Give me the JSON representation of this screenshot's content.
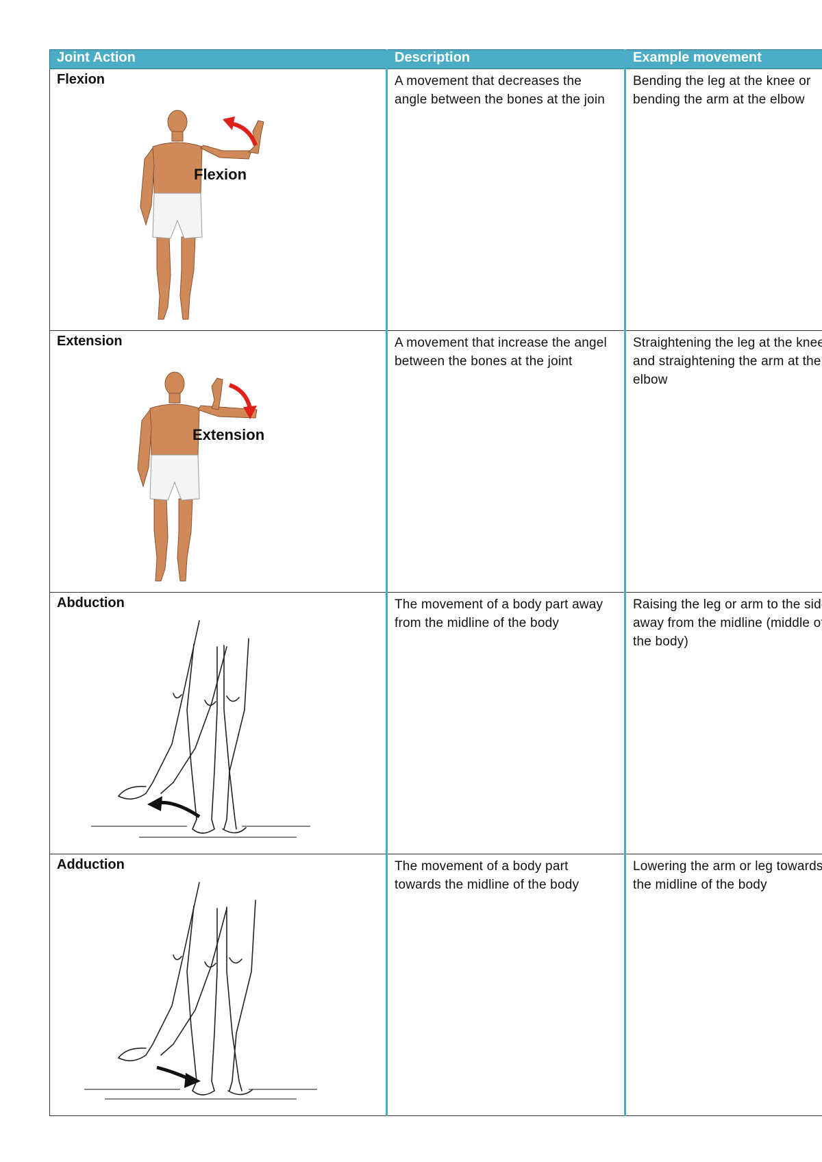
{
  "table": {
    "headers": {
      "joint_action": "Joint Action",
      "description": "Description",
      "example": "Example movement"
    },
    "rows": [
      {
        "action": "Flexion",
        "figure_label": "Flexion",
        "description": "A movement that decreases the angle between the bones  at the join",
        "example": "Bending the leg at the knee or bending the arm at the elbow"
      },
      {
        "action": "Extension",
        "figure_label": "Extension",
        "description": "A movement that increase the angel between the bones at the joint",
        "example": "Straightening the leg at the knee and straightening the arm at the elbow"
      },
      {
        "action": "Abduction",
        "description": "The movement of a body part away from the midline of the body",
        "example": "Raising the leg or arm to the side away from the midline (middle of the body)"
      },
      {
        "action": "Adduction",
        "description": "The movement of a body part towards the midline of the body",
        "example": "Lowering the arm or leg towards the midline of the body"
      }
    ]
  },
  "colors": {
    "header_bg": "#4bacc6",
    "arrow_red": "#e0201b",
    "skin": "#d08a5a"
  }
}
